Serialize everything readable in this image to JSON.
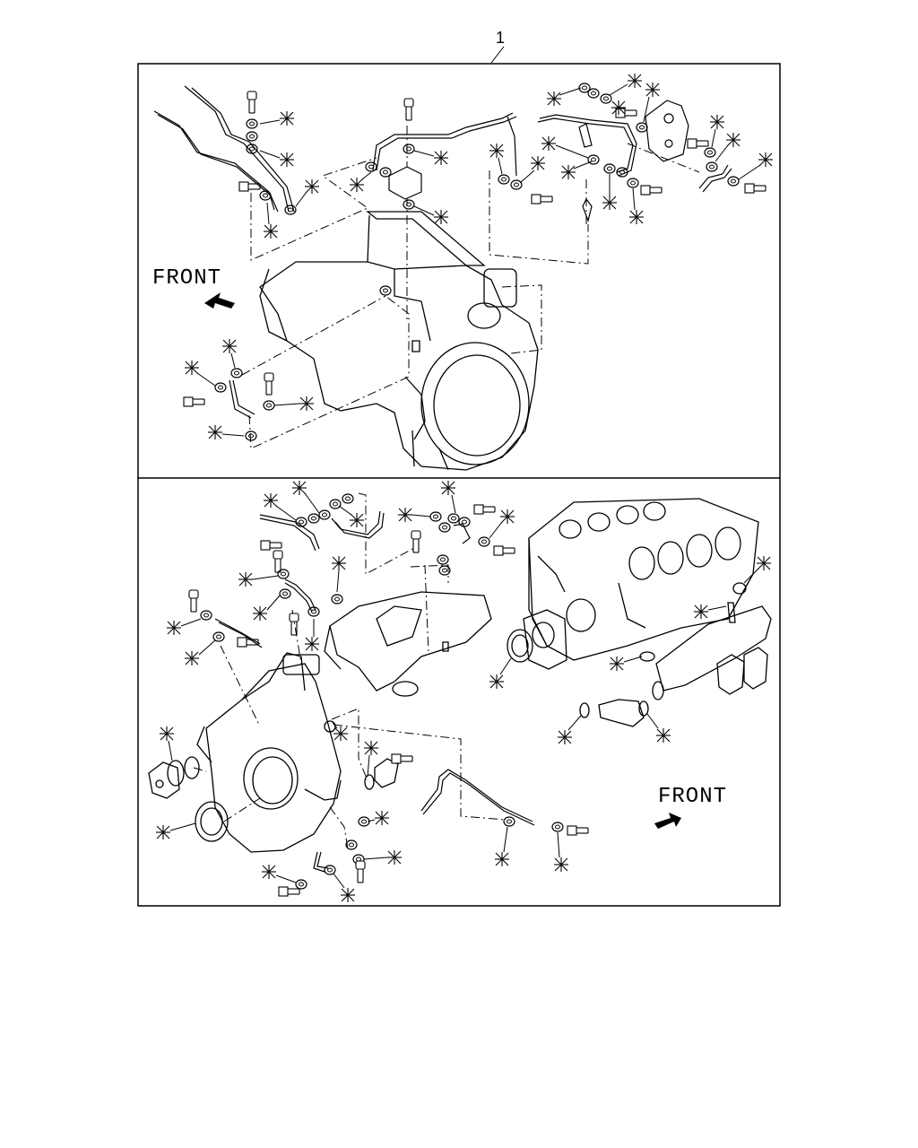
{
  "diagram": {
    "callout_number": "1",
    "top_panel": {
      "front_label": "FRONT"
    },
    "bottom_panel": {
      "front_label": "FRONT"
    },
    "asterisk_glyph": "✳"
  }
}
